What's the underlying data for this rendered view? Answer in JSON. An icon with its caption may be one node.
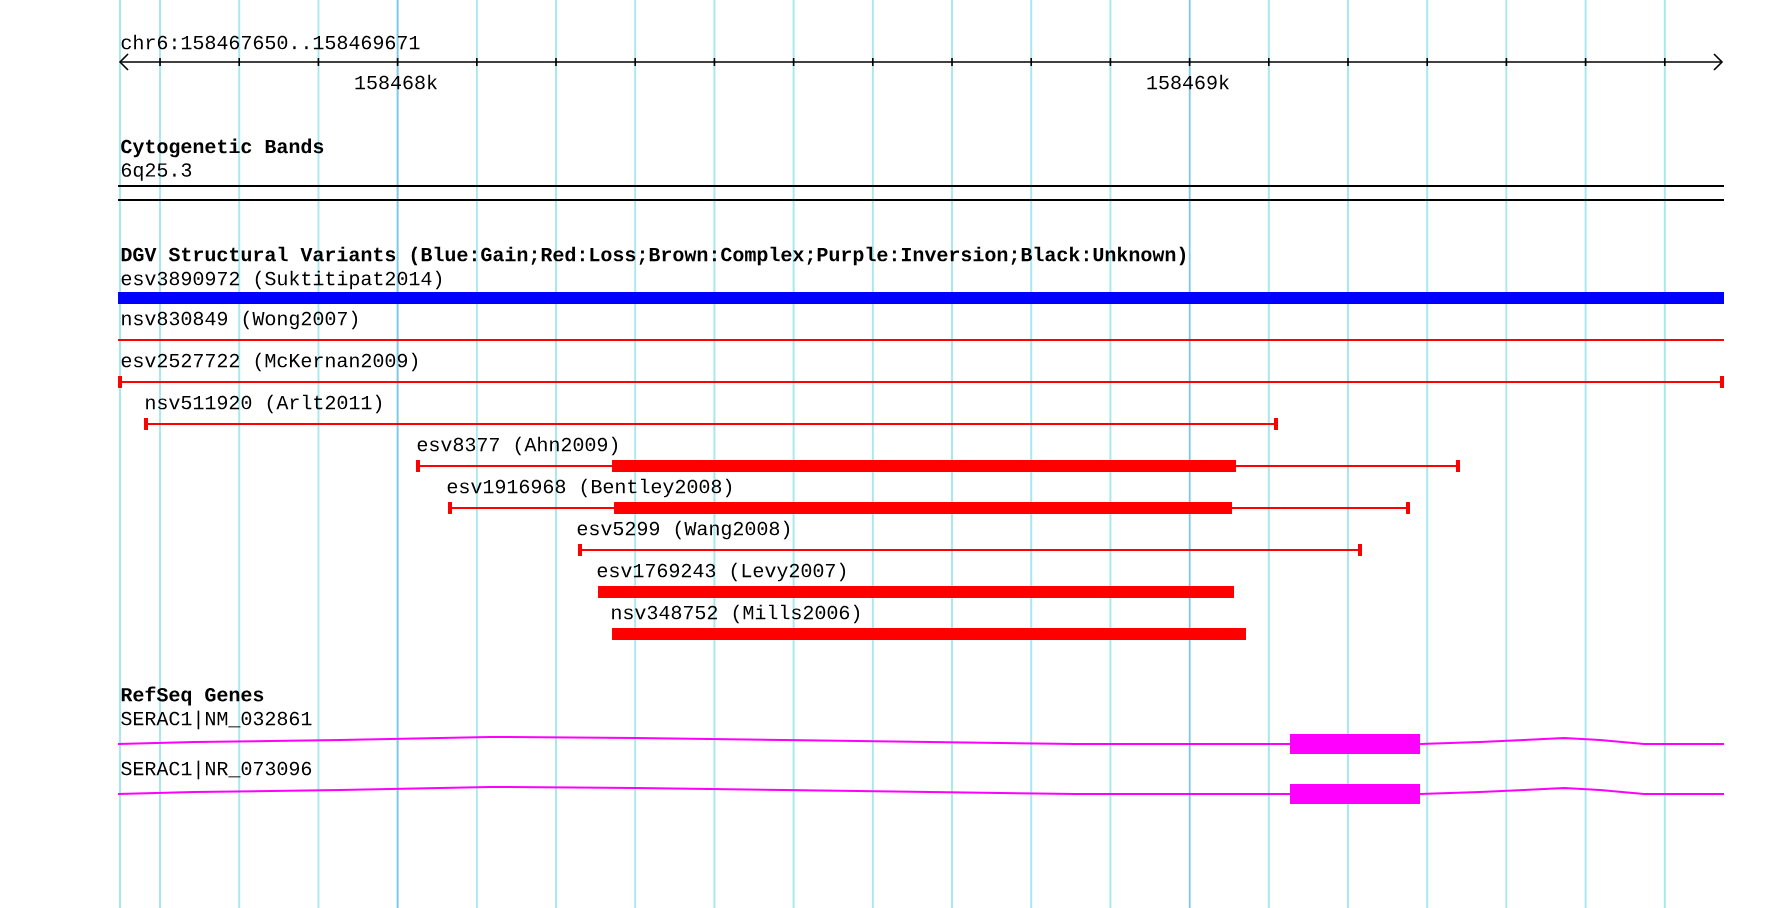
{
  "diagram": {
    "labels": [
      "chr6:158467650..158469671",
      "158468k",
      "158469k",
      "Cytogenetic Bands",
      "6q25.3",
      "DGV Structural Variants (Blue:Gain;Red:Loss;Brown:Complex;Purple:Inversion;Black:Unknown)",
      "esv3890972 (Suktitipat2014)",
      "nsv830849 (Wong2007)",
      "esv2527722 (McKernan2009)",
      "nsv511920 (Arlt2011)",
      "esv8377 (Ahn2009)",
      "esv1916968 (Bentley2008)",
      "esv5299 (Wang2008)",
      "esv1769243 (Levy2007)",
      "nsv348752 (Mills2006)",
      "RefSeq Genes",
      "SERAC1|NM_032861",
      "SERAC1|NR_073096"
    ]
  }
}
